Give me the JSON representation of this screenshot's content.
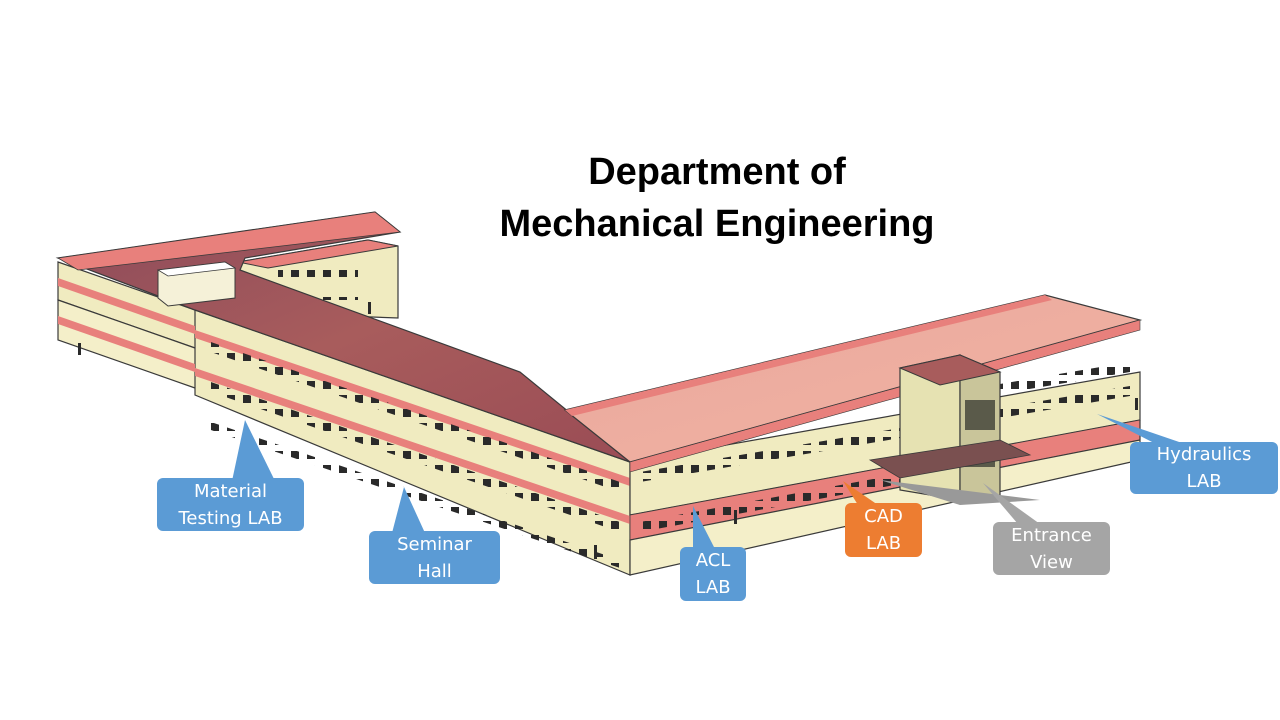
{
  "title": {
    "line1": "Department of",
    "line2": "Mechanical Engineering"
  },
  "colors": {
    "lab_label": "#5b9bd5",
    "highlight_label": "#ed7d31",
    "view_label": "#a5a5a5",
    "roof": "#a45a5a",
    "roof_trim": "#e8807c",
    "wall": "#f0ebc0"
  },
  "labels": {
    "material": {
      "line1": "Material",
      "line2": "Testing LAB"
    },
    "seminar": {
      "line1": "Seminar",
      "line2": "Hall"
    },
    "acl": {
      "line1": "ACL",
      "line2": "LAB"
    },
    "cad": {
      "line1": "CAD",
      "line2": "LAB"
    },
    "entrance": {
      "line1": "Entrance",
      "line2": "View"
    },
    "hydraulics": {
      "line1": "Hydraulics",
      "line2": "LAB"
    }
  }
}
